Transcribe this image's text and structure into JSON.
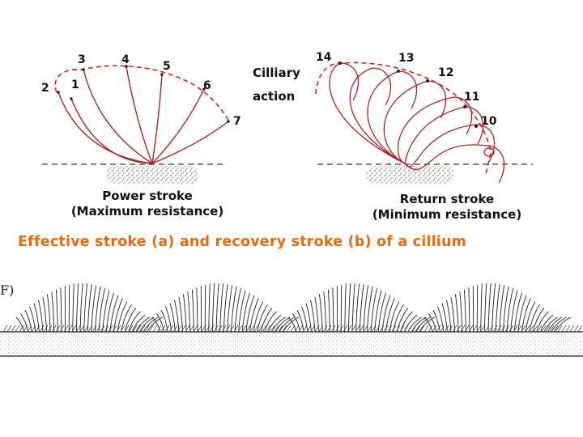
{
  "figure": {
    "caption": "Effective stroke (a) and recovery stroke (b) of a cillium",
    "caption_color": "#e26c12",
    "cilium_color": "#a8232b",
    "path_color": "#d12020",
    "line_color": "#222222"
  },
  "power_stroke": {
    "positions": [
      "1",
      "2",
      "3",
      "4",
      "5",
      "6",
      "7"
    ],
    "title": "Power stroke",
    "subtitle": "(Maximum resistance)"
  },
  "return_stroke": {
    "positions": [
      "10",
      "11",
      "12",
      "13",
      "14"
    ],
    "title": "Return stroke",
    "subtitle": "(Minimum resistance)",
    "side_label": [
      "Cilliary",
      "action"
    ]
  },
  "metachronal": {
    "panel_label": "F)",
    "wave_count": 4
  }
}
